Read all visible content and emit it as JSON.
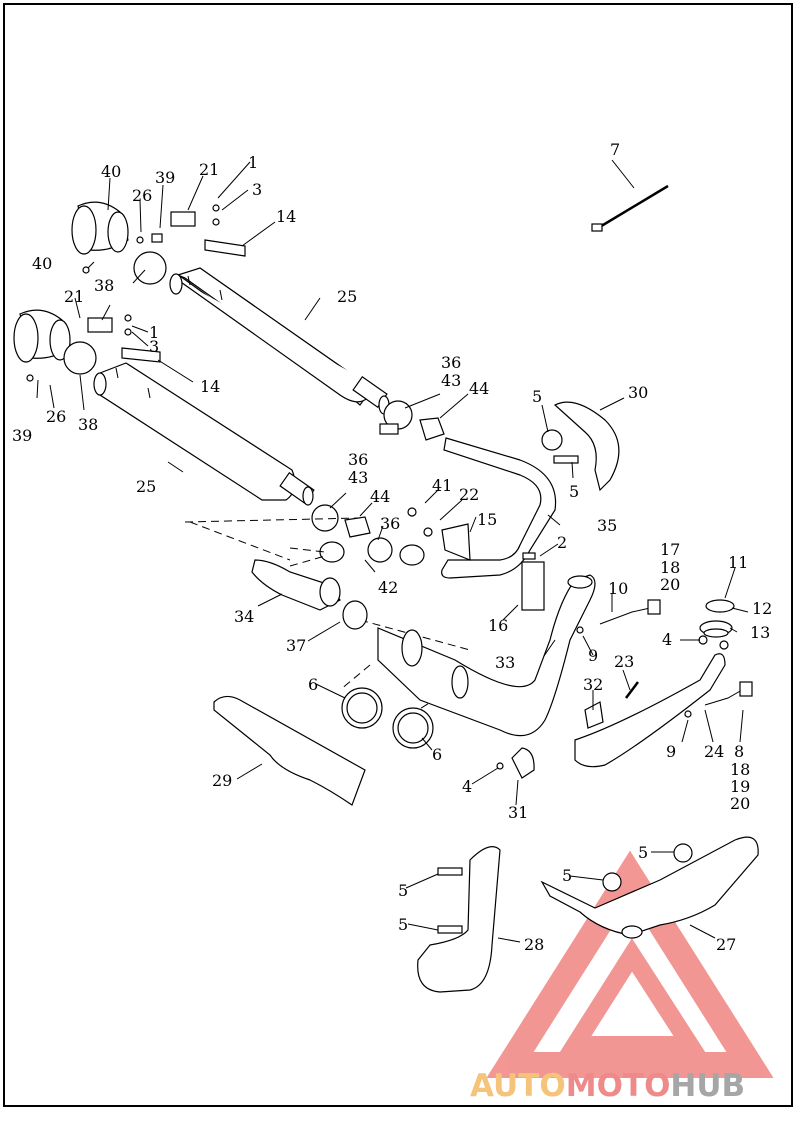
{
  "callouts": {
    "c1a": "1",
    "c3a": "3",
    "c14a": "14",
    "c21a": "21",
    "c39a": "39",
    "c40a": "40",
    "c26a": "26",
    "c38a": "38",
    "c25a": "25",
    "c7": "7",
    "c40b": "40",
    "c21b": "21",
    "c1b": "1",
    "c3b": "3",
    "c14b": "14",
    "c39b": "39",
    "c26b": "26",
    "c38b": "38",
    "c25b": "25",
    "c36a": "36",
    "c43a": "43",
    "c44a": "44",
    "c5a": "5",
    "c30": "30",
    "c5b": "5",
    "c36b": "36",
    "c43b": "43",
    "c44b": "44",
    "c41": "41",
    "c22": "22",
    "c15": "15",
    "c35": "35",
    "c36c": "36",
    "c2": "2",
    "c42": "42",
    "c16": "16",
    "c17": "17",
    "c18a": "18",
    "c20a": "20",
    "c10": "10",
    "c11": "11",
    "c12": "12",
    "c13": "13",
    "c4a": "4",
    "c9a": "9",
    "c34": "34",
    "c37": "37",
    "c33": "33",
    "c23": "23",
    "c32": "32",
    "c6a": "6",
    "c6b": "6",
    "c9b": "9",
    "c24": "24",
    "c8": "8",
    "c18b": "18",
    "c19": "19",
    "c20b": "20",
    "c29": "29",
    "c4b": "4",
    "c31": "31",
    "c5c": "5",
    "c5d": "5",
    "c28": "28",
    "c5e": "5",
    "c5f": "5",
    "c27": "27"
  },
  "watermark": {
    "auto": "AUTO",
    "moto": "MOTO",
    "hub": "HUB",
    "colors": {
      "auto": "#f5c37a",
      "moto": "#ef8a8a",
      "hub": "#a6a6a6",
      "logo": "#e8413c"
    }
  }
}
